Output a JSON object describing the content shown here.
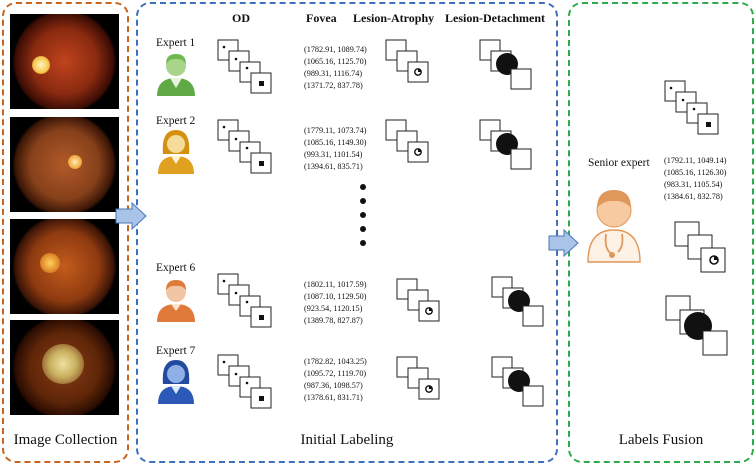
{
  "panels": {
    "image_collection": {
      "title": "Image Collection"
    },
    "initial_labeling": {
      "title": "Initial Labeling"
    },
    "labels_fusion": {
      "title": "Labels Fusion"
    }
  },
  "columns": [
    "OD",
    "Fovea",
    "Lesion-Atrophy",
    "Lesion-Detachment"
  ],
  "experts": [
    {
      "label": "Expert 1",
      "coords": [
        "(1782.91, 1089.74)",
        "(1065.16, 1125.70)",
        "(989.31, 1116.74)",
        "(1371.72, 837.78)"
      ]
    },
    {
      "label": "Expert 2",
      "coords": [
        "(1779.11, 1073.74)",
        "(1085.16, 1149.30)",
        "(993.31, 1101.54)",
        "(1394.61, 835.71)"
      ]
    },
    {
      "label": "Expert 6",
      "coords": [
        "(1802.11, 1017.59)",
        "(1087.10, 1129.50)",
        "(923.54, 1120.15)",
        "(1389.78, 827.87)"
      ]
    },
    {
      "label": "Expert 7",
      "coords": [
        "(1782.82, 1043.25)",
        "(1095.72, 1119.70)",
        "(987.36, 1098.57)",
        "(1378.61, 831.71)"
      ]
    }
  ],
  "senior": {
    "label": "Senior expert",
    "coords": [
      "(1792.11, 1049.14)",
      "(1085.16, 1126.30)",
      "(983.31, 1105.54)",
      "(1384.61, 832.78)"
    ]
  },
  "colors": {
    "collection_border": "#c8641e",
    "labeling_border": "#3f6fbf",
    "fusion_border": "#2bab4a",
    "arrow_fill": "#a9c4e8",
    "arrow_stroke": "#4a76b8"
  },
  "icons": [
    "fundus-image",
    "expert-avatar-icon",
    "senior-expert-icon",
    "right-arrow-icon",
    "vertical-ellipsis"
  ]
}
